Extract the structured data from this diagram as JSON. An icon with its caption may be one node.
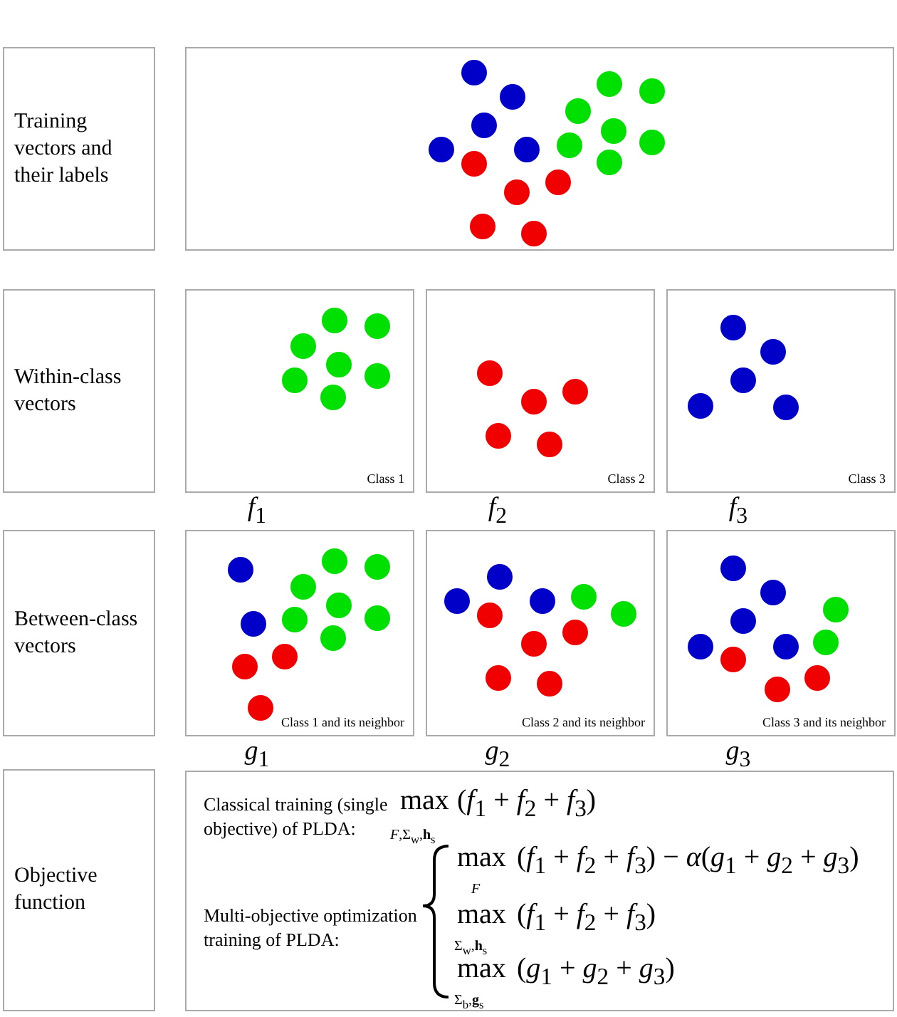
{
  "diagram": {
    "nodes": [
      {
        "text": [
          "Training vectors and their labels"
        ]
      },
      {
        "text": [],
        "shape": "box"
      },
      {
        "text": [
          "Within-class vectors"
        ]
      },
      {
        "text": [
          "Class 1"
        ],
        "beside": [
          "*f*$_{1}$"
        ]
      },
      {
        "text": [
          "Class 2"
        ],
        "beside": [
          "*f*$_{2}$"
        ]
      },
      {
        "text": [
          "Class 3"
        ],
        "beside": [
          "*f*$_{3}$"
        ]
      },
      {
        "text": [
          "Between-class vectors"
        ]
      },
      {
        "text": [
          "Class 1 and its neighbor"
        ],
        "beside": [
          "*g*$_{1}$"
        ]
      },
      {
        "text": [
          "Class 2 and its neighbor"
        ],
        "beside": [
          "*g*$_{2}$"
        ]
      },
      {
        "text": [
          "Class 3 and its neighbor"
        ],
        "beside": [
          "*g*$_{3}$"
        ]
      },
      {
        "text": [
          "Objective function"
        ]
      },
      {
        "text": [
          "Classical training (single objective) of PLDA:",
          "max",
          "*F*,Σ$_{w}$,**h**$_{s}$",
          "(*f*$_{1}$ + *f*$_{2}$ + *f*$_{3}$)",
          "Multi-objective optimization training of PLDA:",
          "max",
          "*F*",
          "(*f*$_{1}$ + *f*$_{2}$ + *f*$_{3}$) − *α*(*g*$_{1}$ + *g*$_{2}$ + *g*$_{3}$)",
          "max",
          "Σ$_{w}$,**h**$_{s}$",
          "(*f*$_{1}$ + *f*$_{2}$ + *f*$_{3}$)",
          "max",
          "Σ$_{b}$,**g**$_{s}$",
          "(*g*$_{1}$ + *g*$_{2}$ + *g*$_{3}$)"
        ]
      }
    ]
  }
}
